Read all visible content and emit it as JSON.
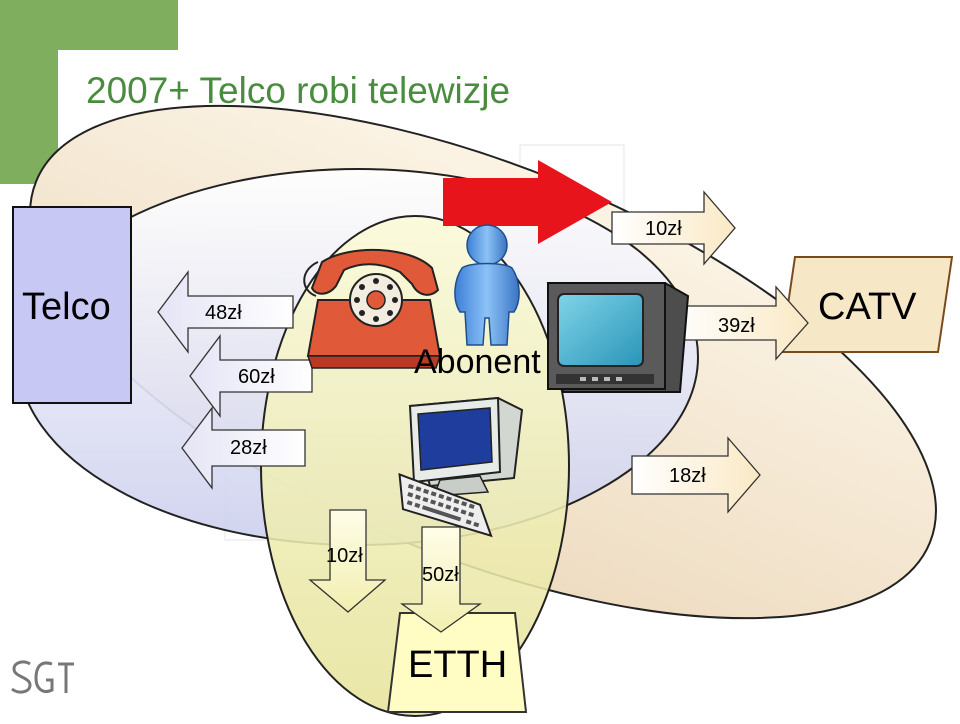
{
  "title": "2007+ Telco robi telewizje",
  "nodes": {
    "telco": "Telco",
    "catv": "CATV",
    "abonent": "Abonent",
    "etth": "ETTH"
  },
  "flows": {
    "telco_48": "48zł",
    "telco_60": "60zł",
    "telco_28": "28zł",
    "catv_10": "10zł",
    "catv_39": "39zł",
    "catv_18": "18zł",
    "etth_10": "10zł",
    "etth_50": "50zł"
  },
  "logo": "SGT",
  "colors": {
    "title": "#4a8c3f",
    "accent_green": "#7fae5e",
    "telco_box": "#c8c8f4",
    "catv_box": "#f6e8c6",
    "etth_box": "#fffcc4",
    "red_arrow": "#e8141c"
  }
}
